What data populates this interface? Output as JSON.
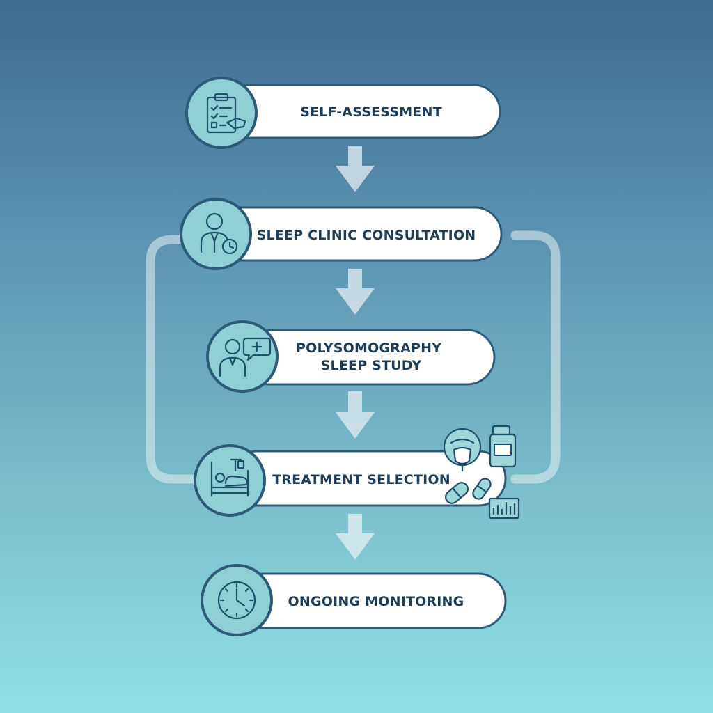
{
  "steps": [
    {
      "id": "self-assessment",
      "label_lines": [
        "SELF-ASSESSMENT"
      ],
      "icon": "clipboard-checklist-icon"
    },
    {
      "id": "sleep-clinic-consultation",
      "label_lines": [
        "SLEEP CLINIC CONSULTATION"
      ],
      "icon": "doctor-clock-icon"
    },
    {
      "id": "polysomography-sleep-study",
      "label_lines": [
        "POLYSOMOGRAPHY",
        "SLEEP STUDY"
      ],
      "icon": "doctor-speech-medical-icon"
    },
    {
      "id": "treatment-selection",
      "label_lines": [
        "TREATMENT SELECTION"
      ],
      "icon": "patient-bed-icon"
    },
    {
      "id": "ongoing-monitoring",
      "label_lines": [
        "ONGOING MONITORING"
      ],
      "icon": "clock-icon"
    }
  ],
  "treatment_icons": [
    "cpap-mask-icon",
    "medicine-bottle-icon",
    "pill-capsule-icon",
    "pill-capsule-icon",
    "bar-chart-icon"
  ],
  "colors": {
    "pill_fill": "#ffffff",
    "pill_border": "#2c5a78",
    "circle_fill": "#8fd0d7",
    "text": "#1f3d55",
    "arrow": "#e6eef2",
    "loop": "#e6f0f3"
  }
}
